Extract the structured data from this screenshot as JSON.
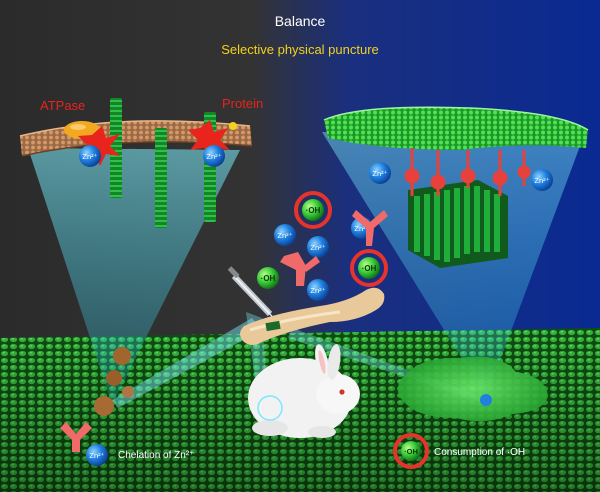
{
  "title": "Balance",
  "subtitle": "Selective physical puncture",
  "labels": {
    "atpase": "ATPase",
    "protein": "Protein",
    "zn": "Zn²⁺",
    "oh": "·OH"
  },
  "legend": {
    "chelation": "Chelation of Zn²⁺",
    "consumption": "Consumption of ·OH"
  },
  "colors": {
    "left_bg": "#2e2e2e",
    "right_bg": "#0b2a8a",
    "title": "#ffffff",
    "subtitle": "#f2d21b",
    "red_label": "#e8241c",
    "zn_ion": "#1f7fe0",
    "oh_ring": "#e8322c",
    "oh_core": "#3cd43c",
    "nanostructure": "#1fae3a",
    "membrane_left": "#c98a5a",
    "membrane_right": "#38d838",
    "beam": "#6fe6ff"
  },
  "icons": [
    "y-shaped-chelator-icon",
    "zn-ion-icon",
    "oh-radical-icon",
    "syringe-icon",
    "rabbit-icon",
    "bone-icon"
  ]
}
